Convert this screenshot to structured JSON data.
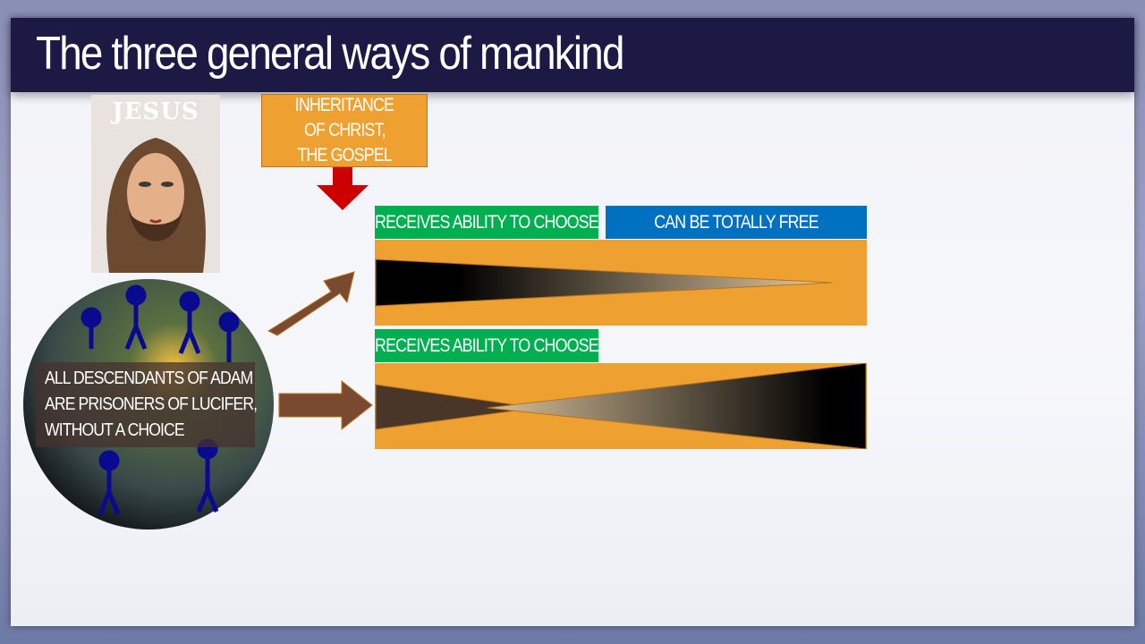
{
  "title": "The three general ways of mankind",
  "jesus_image": {
    "label": "JESUS"
  },
  "inheritance_box": {
    "lines": [
      "INHERITANCE",
      "OF CHRIST,",
      "THE GOSPEL"
    ]
  },
  "path_1": {
    "choose_label": "RECEIVES ABILITY TO CHOOSE",
    "free_label": "CAN BE TOTALLY FREE"
  },
  "path_2": {
    "choose_label": "RECEIVES ABILITY TO CHOOSE"
  },
  "globe_caption": {
    "lines": [
      "ALL DESCENDANTS OF ADAM",
      "ARE PRISONERS OF LUCIFER,",
      "WITHOUT A CHOICE"
    ]
  },
  "colors": {
    "orange": "#eea030",
    "green": "#00b050",
    "blue": "#0070c0",
    "title_bar": "#1c1a45",
    "arrow_brown": "#7a4a30",
    "arrow_red": "#cc0000"
  }
}
